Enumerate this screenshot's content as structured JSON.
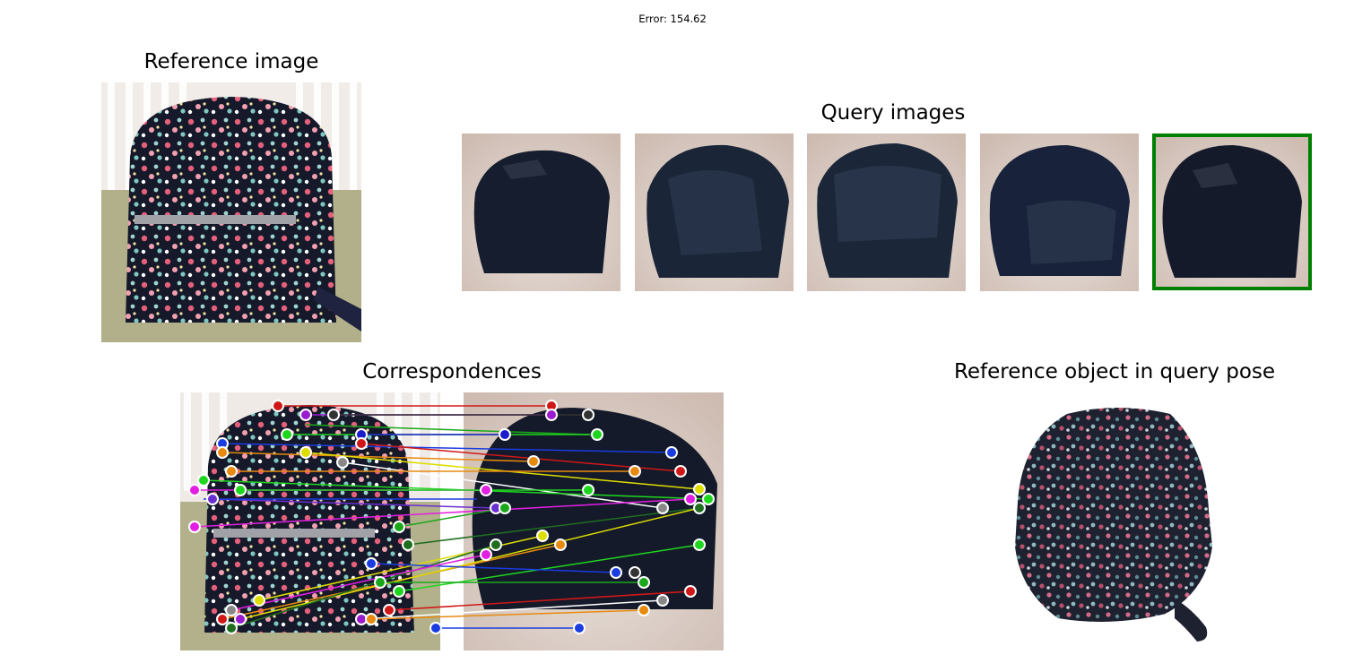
{
  "header": {
    "error_text": "Error: 154.62"
  },
  "panels": {
    "reference": {
      "title": "Reference image"
    },
    "queries": {
      "title": "Query images",
      "selected_index": 4,
      "count": 5,
      "selected_color": "#008000"
    },
    "correspondences": {
      "title": "Correspondences"
    },
    "pose": {
      "title": "Reference object in query pose"
    }
  }
}
